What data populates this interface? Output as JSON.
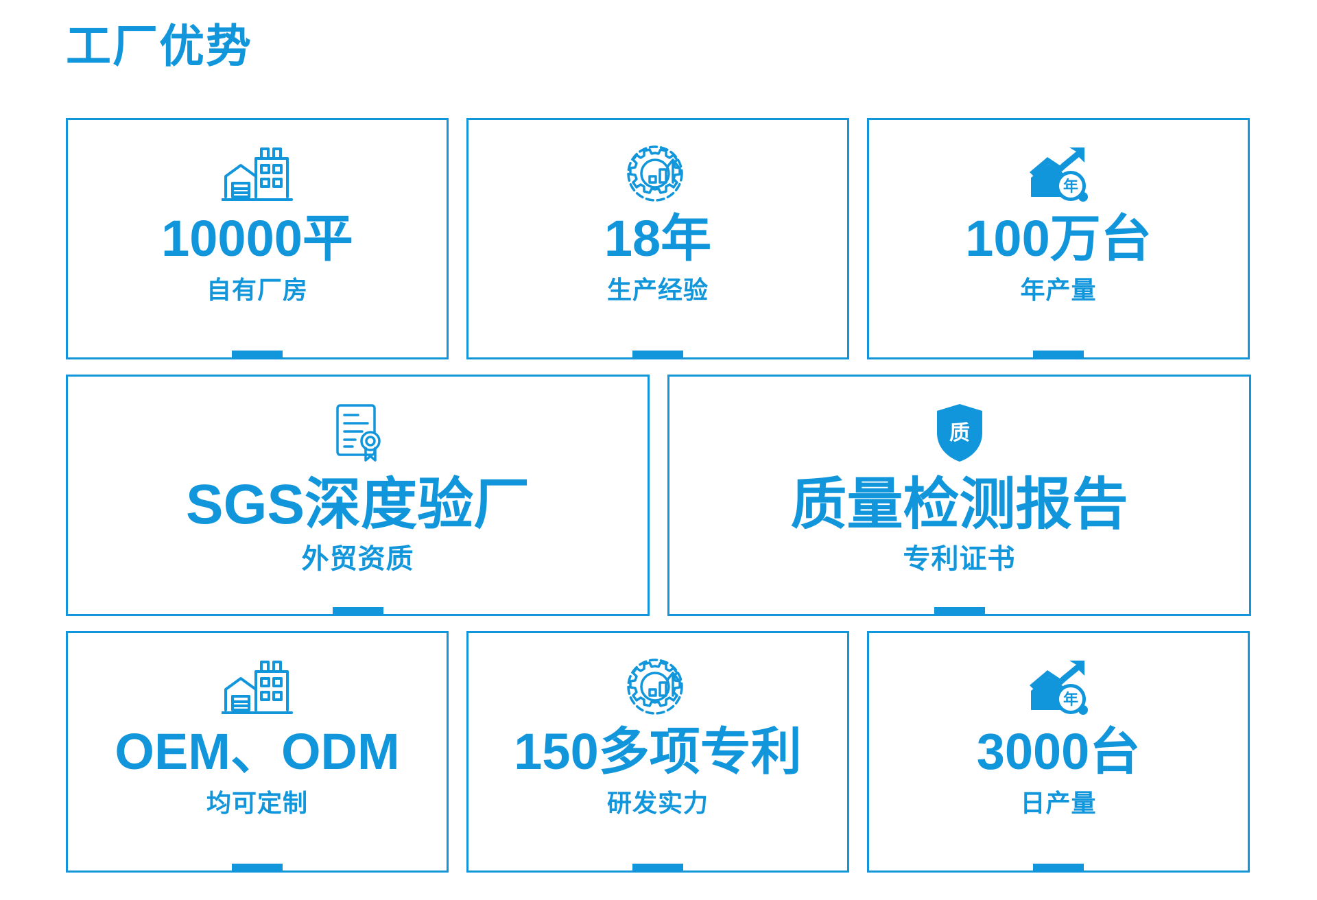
{
  "theme": {
    "brand_color": "#1296db",
    "background": "#ffffff"
  },
  "header": {
    "title": "工厂优势"
  },
  "rows": [
    {
      "cards": [
        {
          "icon": "factory-icon",
          "main": "10000平",
          "sub": "自有厂房"
        },
        {
          "icon": "gear-chart-icon",
          "main": "18年",
          "sub": "生产经验"
        },
        {
          "icon": "annual-output-icon",
          "main": "100万台",
          "sub": "年产量"
        }
      ]
    },
    {
      "cards": [
        {
          "icon": "certificate-icon",
          "main": "SGS深度验厂",
          "sub": "外贸资质"
        },
        {
          "icon": "quality-shield-icon",
          "main": "质量检测报告",
          "sub": "专利证书"
        }
      ]
    },
    {
      "cards": [
        {
          "icon": "factory-icon",
          "main": "OEM、ODM",
          "sub": "均可定制"
        },
        {
          "icon": "gear-chart-icon",
          "main": "150多项专利",
          "sub": "研发实力"
        },
        {
          "icon": "annual-output-icon",
          "main": "3000台",
          "sub": "日产量"
        }
      ]
    }
  ]
}
